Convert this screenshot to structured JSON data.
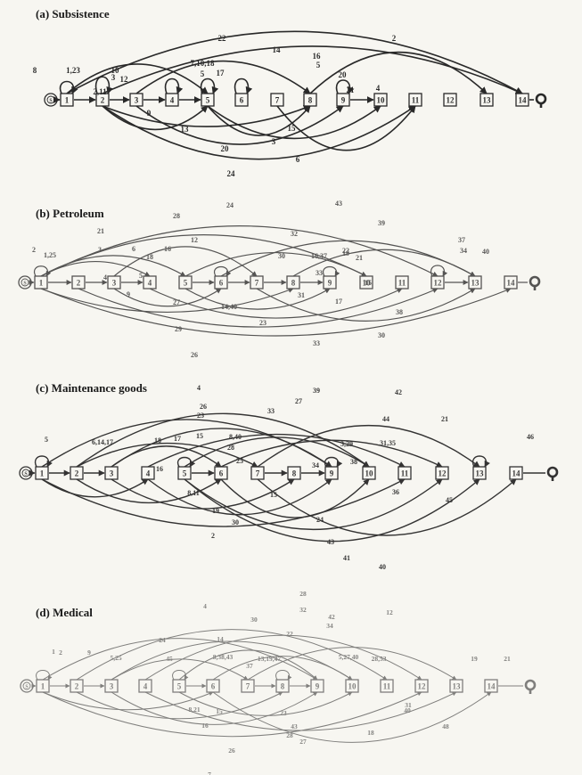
{
  "colors": {
    "ink": "#1f1f1f",
    "paper": "#f7f6f1"
  },
  "panels": [
    {
      "id": "a",
      "title": "(a) Subsistence",
      "start_label": "S",
      "node_labels": [
        "1",
        "2",
        "3",
        "4",
        "5",
        "6",
        "7",
        "8",
        "9",
        "10",
        "11",
        "12",
        "13",
        "14"
      ],
      "arc_labels": [
        "1,23",
        "8",
        "10",
        "12",
        "2,11",
        "7,10,18",
        "5",
        "17",
        "22",
        "2",
        "14",
        "16",
        "5",
        "20",
        "21",
        "9",
        "13",
        "15",
        "20",
        "3",
        "6",
        "24",
        "4",
        "3"
      ]
    },
    {
      "id": "b",
      "title": "(b) Petroleum",
      "start_label": "S",
      "node_labels": [
        "1",
        "2",
        "3",
        "4",
        "5",
        "6",
        "7",
        "8",
        "9",
        "10",
        "11",
        "12",
        "13",
        "14"
      ],
      "arc_labels": [
        "1,25",
        "24",
        "43",
        "28",
        "32",
        "39",
        "21",
        "3",
        "12",
        "16",
        "22",
        "37",
        "2",
        "6",
        "18",
        "30",
        "16,37",
        "19",
        "21",
        "34",
        "40",
        "4",
        "5",
        "9",
        "27",
        "33",
        "15",
        "14,40",
        "31",
        "17",
        "38",
        "29",
        "23",
        "30",
        "26",
        "33"
      ]
    },
    {
      "id": "c",
      "title": "(c) Maintenance goods",
      "start_label": "S",
      "node_labels": [
        "1",
        "2",
        "3",
        "4",
        "5",
        "6",
        "7",
        "8",
        "9",
        "10",
        "11",
        "12",
        "13",
        "14"
      ],
      "arc_labels": [
        "4",
        "39",
        "42",
        "27",
        "26",
        "33",
        "44",
        "23",
        "21",
        "5",
        "6,14,17",
        "18",
        "17",
        "15",
        "8,40",
        "28",
        "3,29",
        "31,35",
        "25",
        "34",
        "38",
        "16",
        "8,11",
        "15",
        "36",
        "45",
        "19",
        "30",
        "24",
        "2",
        "43",
        "41",
        "40",
        "46"
      ]
    },
    {
      "id": "d",
      "title": "(d) Medical",
      "start_label": "S",
      "node_labels": [
        "1",
        "2",
        "3",
        "4",
        "5",
        "6",
        "7",
        "8",
        "9",
        "10",
        "11",
        "12",
        "13",
        "14"
      ],
      "arc_labels": [
        "4",
        "28",
        "32",
        "42",
        "34",
        "30",
        "22",
        "14",
        "12",
        "5,25",
        "1",
        "8,38,43",
        "45",
        "13,19,47",
        "5,27,40",
        "28,53",
        "19",
        "21",
        "37",
        "2",
        "9",
        "15",
        "23",
        "43",
        "8,21",
        "16",
        "24",
        "26",
        "28",
        "31",
        "40",
        "48",
        "7",
        "27",
        "18"
      ]
    }
  ]
}
